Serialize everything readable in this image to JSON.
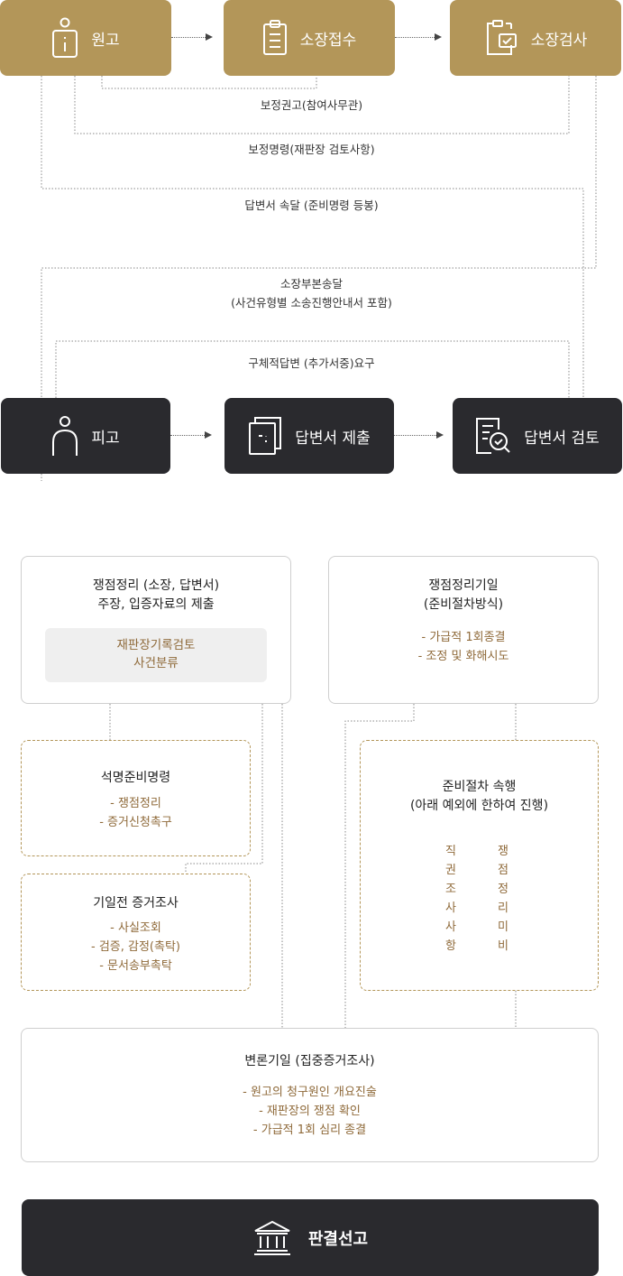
{
  "top_flow": {
    "plaintiff": "원고",
    "complaint_receipt": "소장접수",
    "complaint_review": "소장검사",
    "correction_recommendation": "보정권고(참여사무관)",
    "correction_order": "보정명령(재판장 검토사항)",
    "answer_delivery": "답변서 속달 (준비명령 등봉)",
    "complaint_copy_line1": "소장부본송달",
    "complaint_copy_line2": "(사건유형별 소송진행안내서 포함)",
    "specific_answer": "구체적답변 (추가서중)요구",
    "defendant": "피고",
    "answer_submission": "답변서 제출",
    "answer_review": "답변서 검토"
  },
  "cards": {
    "issue_arrangement": {
      "title_line1": "쟁점정리 (소장, 답변서)",
      "title_line2": "주장, 입증자료의 제출",
      "pill_line1": "재판장기록검토",
      "pill_line2": "사건분류"
    },
    "issue_date": {
      "title_line1": "쟁점정리기일",
      "title_line2": "(준비절차방식)",
      "items": [
        "- 가급적 1회종결",
        "- 조정 및 화해시도"
      ]
    },
    "written_order": {
      "title": "석명준비명령",
      "items": [
        "- 쟁점정리",
        "- 증거신청촉구"
      ]
    },
    "pre_date_evidence": {
      "title": "기일전 증거조사",
      "items": [
        "- 사실조회",
        "- 검증, 감정(촉탁)",
        "- 문서송부촉탁"
      ]
    },
    "prep_procedure": {
      "title_line1": "준비절차 속행",
      "title_line2": "(아래 예외에 한하여 진행)",
      "col1": [
        "직",
        "권",
        "조",
        "사",
        "사",
        "항"
      ],
      "col2": [
        "쟁",
        "점",
        "정",
        "리",
        "미",
        "비"
      ]
    },
    "pleading_date": {
      "title": "변론기일 (집중증거조사)",
      "items": [
        "- 원고의 청구원인 개요진술",
        "- 재판장의 쟁점 확인",
        "- 가급적 1회 심리 종결"
      ]
    }
  },
  "final": {
    "label": "판결선고"
  },
  "colors": {
    "gold": "#b39659",
    "dark": "#2a2a2e",
    "accent_text": "#8f6a3a"
  }
}
